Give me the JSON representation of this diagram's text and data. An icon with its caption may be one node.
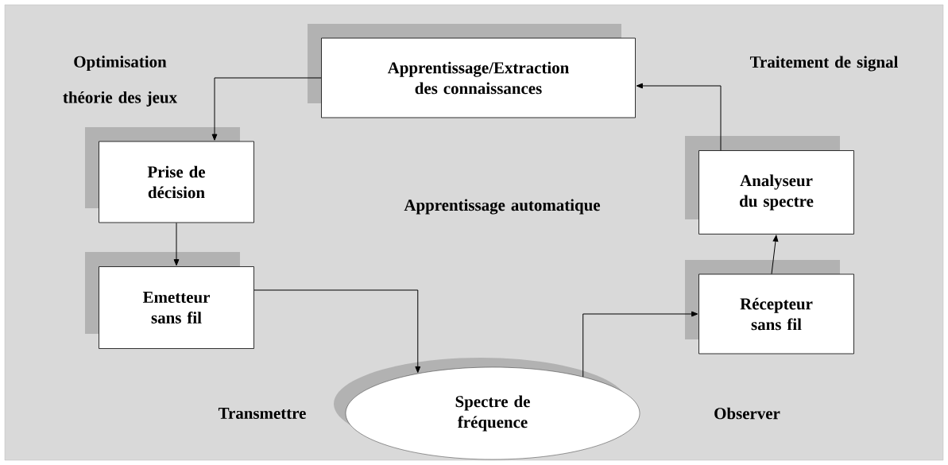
{
  "diagram": {
    "nodes": [
      {
        "text": [
          "Apprentissage/Extraction des connaissances"
        ]
      },
      {
        "text": [
          "Prise de décision"
        ]
      },
      {
        "text": [
          "Emetteur sans fil"
        ]
      },
      {
        "text": [
          "Spectre de fréquence"
        ]
      },
      {
        "text": [
          "Récepteur sans fil"
        ]
      },
      {
        "text": [
          "Analyseur du spectre"
        ]
      }
    ],
    "edges": [
      {
        "from": 0,
        "to": 1,
        "arrow": "to"
      },
      {
        "from": 1,
        "to": 2,
        "arrow": "to"
      },
      {
        "from": 2,
        "to": 3,
        "arrow": "to"
      },
      {
        "from": 3,
        "to": 4,
        "arrow": "to"
      },
      {
        "from": 4,
        "to": 5,
        "arrow": "to"
      },
      {
        "from": 5,
        "to": 0,
        "arrow": "to"
      }
    ],
    "labels": [
      "Optimisation théorie des jeux",
      "Traitement de signal",
      "Apprentissage automatique",
      "Transmettre",
      "Observer"
    ]
  }
}
